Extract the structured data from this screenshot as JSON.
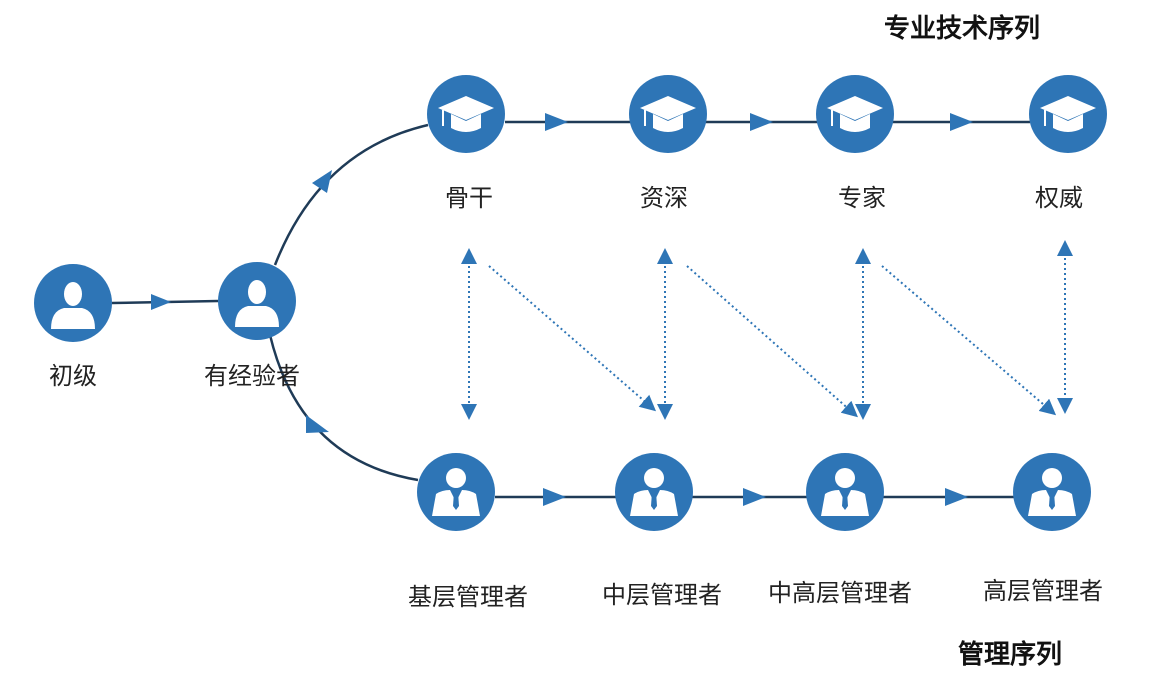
{
  "titles": {
    "tech_sequence": "专业技术序列",
    "mgmt_sequence": "管理序列"
  },
  "nodes": {
    "entry": "初级",
    "experienced": "有经验者",
    "tech": [
      "骨干",
      "资深",
      "专家",
      "权威"
    ],
    "mgmt": [
      "基层管理者",
      "中层管理者",
      "中高层管理者",
      "高层管理者"
    ]
  },
  "icons": {
    "entry": "person-icon",
    "experienced": "person-icon",
    "tech": "graduation-cap-icon",
    "mgmt": "manager-icon"
  },
  "colors": {
    "node_fill": "#2E75B6",
    "line": "#1F3B57",
    "arrow": "#2E75B6",
    "icon_fill": "#ffffff"
  }
}
